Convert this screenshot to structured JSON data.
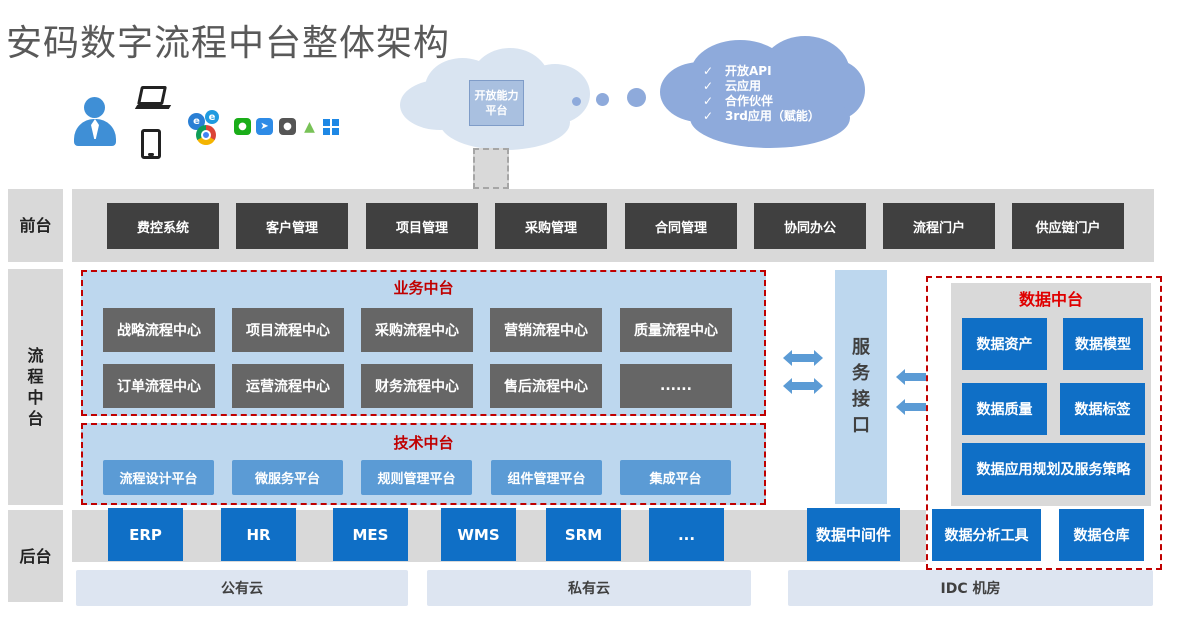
{
  "title": "安码数字流程中台整体架构",
  "cloud_left": {
    "label": "开放能力平台"
  },
  "cloud_right": {
    "check": "✓",
    "items": [
      "开放API",
      "云应用",
      "合作伙伴",
      "3rd应用（赋能）"
    ]
  },
  "icons": [
    "user-icon",
    "laptop-icon",
    "phone-icon",
    "ie-icon",
    "edge-icon",
    "chrome-icon",
    "wechat-icon",
    "dingtalk-icon",
    "apple-icon",
    "android-icon",
    "windows-icon"
  ],
  "layers": {
    "front": "前台",
    "middle": "流程中台",
    "back": "后台"
  },
  "front_apps": [
    "费控系统",
    "客户管理",
    "项目管理",
    "采购管理",
    "合同管理",
    "协同办公",
    "流程门户",
    "供应链门户"
  ],
  "business": {
    "title": "业务中台",
    "row1": [
      "战略流程中心",
      "项目流程中心",
      "采购流程中心",
      "营销流程中心",
      "质量流程中心"
    ],
    "row2": [
      "订单流程中心",
      "运营流程中心",
      "财务流程中心",
      "售后流程中心",
      "......"
    ]
  },
  "tech": {
    "title": "技术中台",
    "items": [
      "流程设计平台",
      "微服务平台",
      "规则管理平台",
      "组件管理平台",
      "集成平台"
    ]
  },
  "service_interface": "服务接口",
  "data_platform": {
    "title": "数据中台",
    "asset": "数据资产",
    "model": "数据模型",
    "quality": "数据质量",
    "tag": "数据标签",
    "strategy": "数据应用规划及服务策略",
    "analysis": "数据分析工具",
    "warehouse": "数据仓库"
  },
  "back_systems": [
    "ERP",
    "HR",
    "MES",
    "WMS",
    "SRM",
    "..."
  ],
  "data_middleware": "数据中间件",
  "clouds": [
    "公有云",
    "私有云",
    "IDC 机房"
  ],
  "colors": {
    "dark_button": "#404040",
    "gray_button": "#666666",
    "light_blue": "#bdd7ee",
    "blue_button": "#0f6fc6",
    "accent_red": "#c00000"
  }
}
